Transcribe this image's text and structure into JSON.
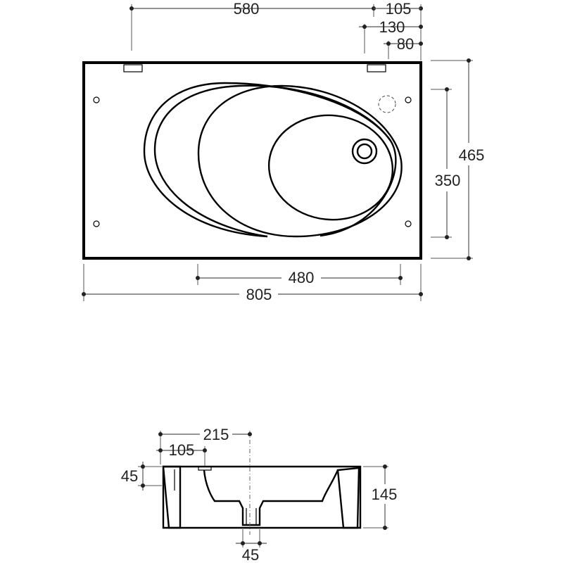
{
  "top_view": {
    "dimensions": {
      "width_overall": "805",
      "width_basin": "480",
      "tap_offset": "580",
      "edge_105": "105",
      "edge_130": "130",
      "edge_80": "80",
      "depth_overall": "465",
      "depth_basin": "350"
    }
  },
  "side_view": {
    "dimensions": {
      "drain_center": "215",
      "overflow_offset": "105",
      "rim_45": "45",
      "height": "145",
      "drain_width": "45"
    }
  },
  "colors": {
    "outline": "#000000",
    "dimension": "#555555",
    "background": "#ffffff"
  }
}
